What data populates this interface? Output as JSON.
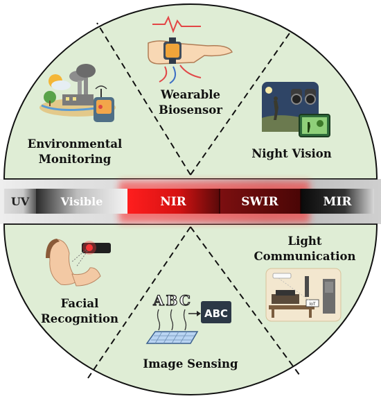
{
  "top_sectors": {
    "environmental": {
      "line1": "Environmental",
      "line2": "Monitoring"
    },
    "wearable": {
      "line1": "Wearable",
      "line2": "Biosensor"
    },
    "night_vision": {
      "line1": "Night Vision"
    }
  },
  "bottom_sectors": {
    "facial": {
      "line1": "Facial",
      "line2": "Recognition"
    },
    "image_sensing": {
      "line1": "Image Sensing"
    },
    "light_comm": {
      "line1": "Light",
      "line2": "Communication"
    }
  },
  "spectrum": {
    "uv": "UV",
    "visible": "Visible",
    "nir": "NIR",
    "swir": "SWIR",
    "mir": "MIR"
  },
  "image_sensing_icon": {
    "letters": [
      "A",
      "B",
      "C"
    ],
    "output": "ABC"
  },
  "iot_label": "IoT",
  "colors": {
    "sector_fill": "#dfedd5",
    "nir": "#e11b1b",
    "swir": "#7a0f10",
    "mir": "#101010"
  }
}
